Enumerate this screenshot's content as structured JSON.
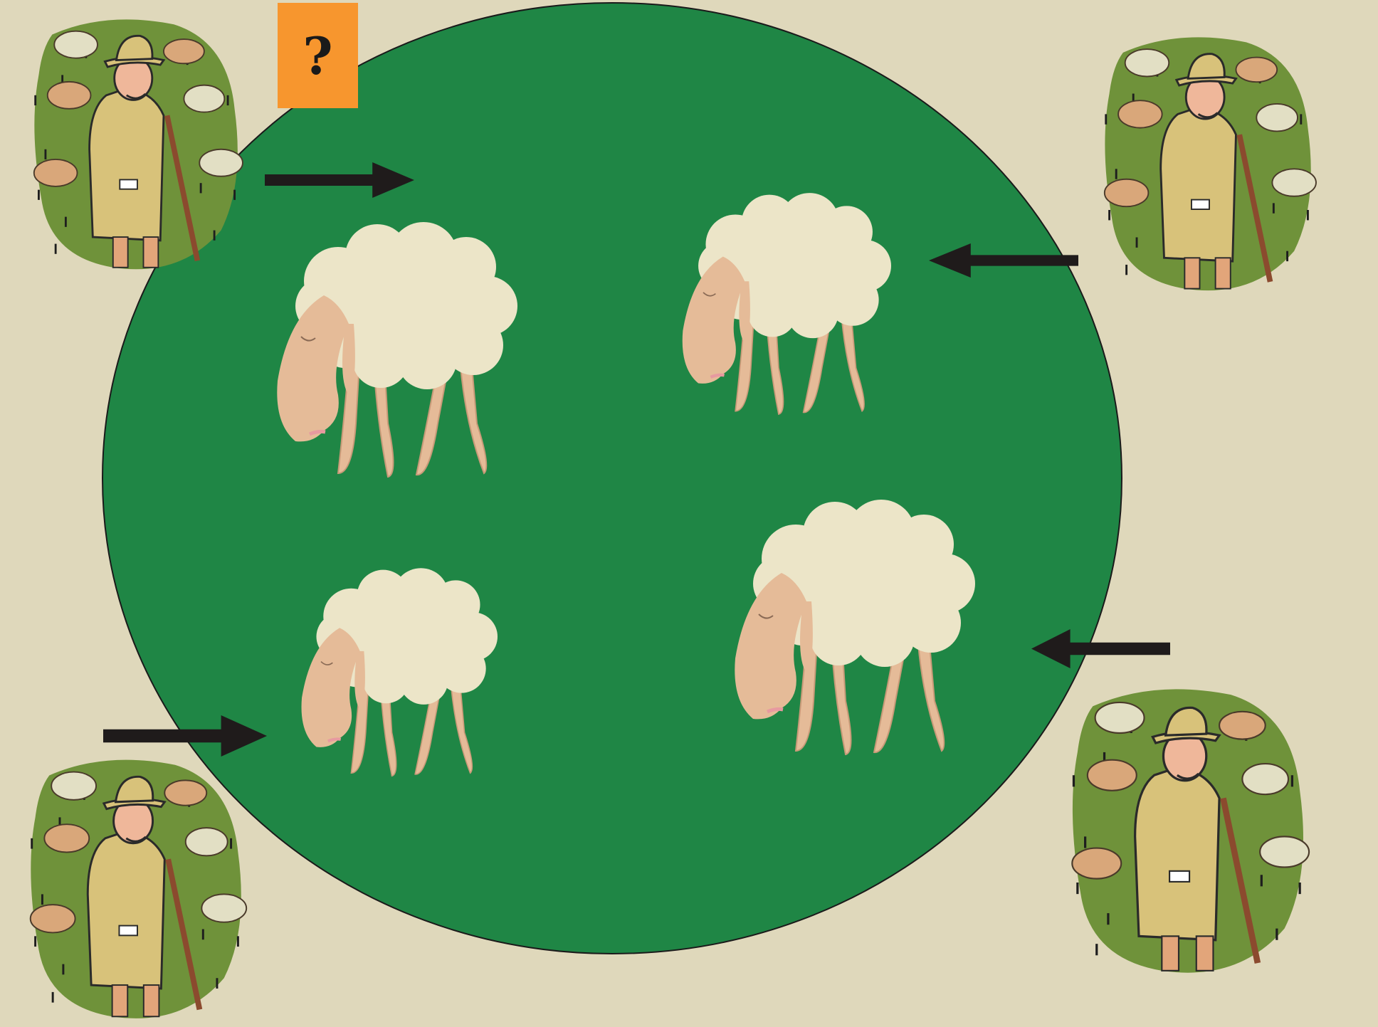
{
  "help": {
    "label": "?"
  },
  "colors": {
    "background": "#dfd8bb",
    "pasture": "#1f8645",
    "accent": "#f7962e",
    "wool": "#ece5c8",
    "skin": "#e5bb98",
    "arrow": "#1f1b1b",
    "shepherd_bg": "#6f923a",
    "coat": "#d8c27a"
  },
  "scene": {
    "shepherd_icon": "shepherd-with-flock",
    "sheep_icon": "grazing-sheep",
    "arrow_icon": "arrow"
  }
}
